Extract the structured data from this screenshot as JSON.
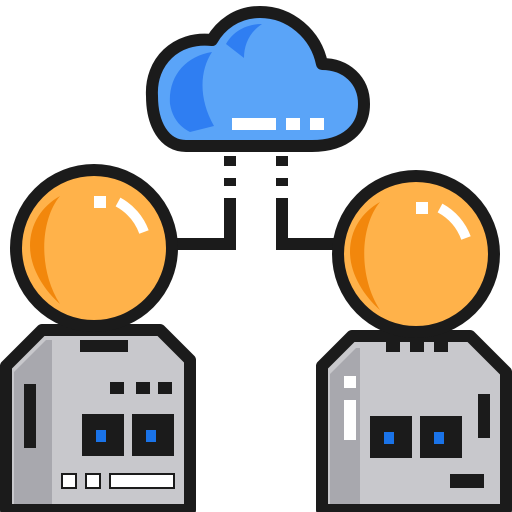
{
  "illustration": {
    "subject": "cloud-connected-users-icon",
    "elements": {
      "cloud": "cloud-icon",
      "connector_left": "connection-line",
      "connector_right": "connection-line",
      "user_left": "user-avatar-left",
      "user_right": "user-avatar-right"
    }
  },
  "colors": {
    "outline": "#1b1b1b",
    "cloud_fill": "#5aa4f8",
    "cloud_shade": "#2f7ef2",
    "head_fill": "#ffb24a",
    "head_shade": "#f2870c",
    "body_fill": "#c8c8cc",
    "body_shade": "#a8a8ae",
    "eye_fill": "#1a73e8",
    "highlight": "#ffffff"
  }
}
